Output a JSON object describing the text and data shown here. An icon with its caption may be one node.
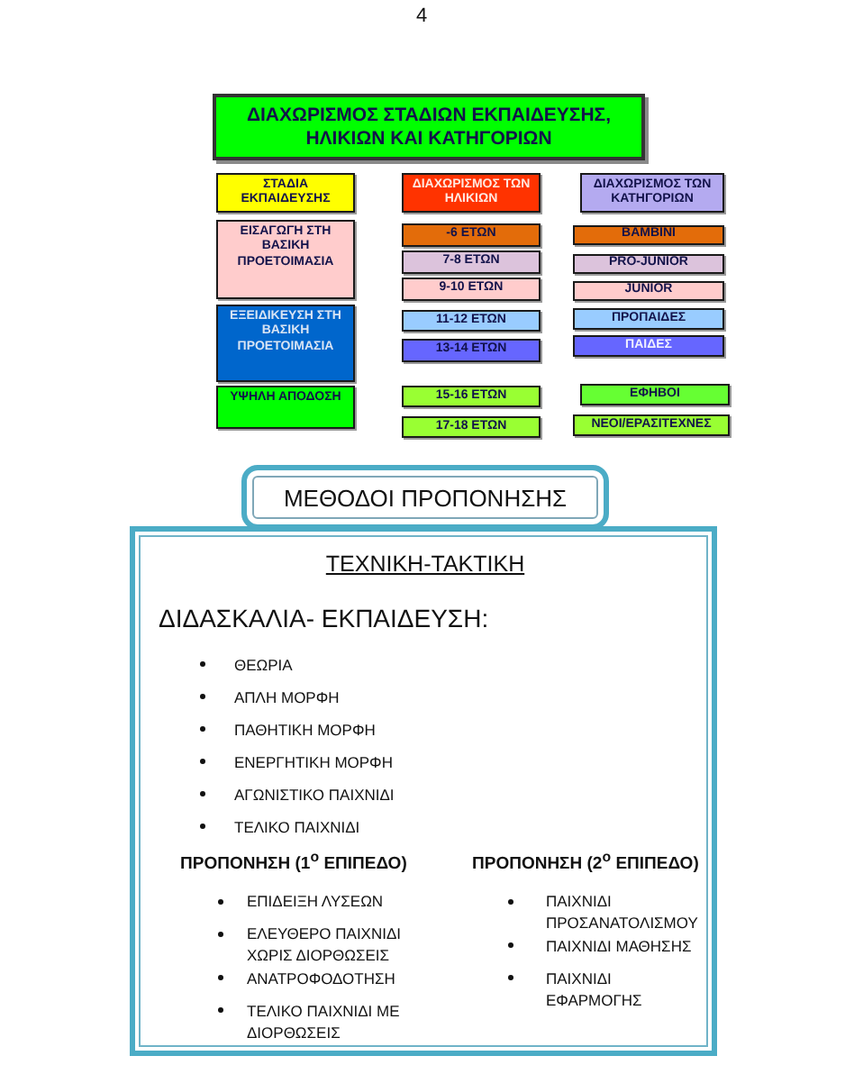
{
  "diagram": {
    "nodes": [
      {
        "text": [
          "ΔΙΑΧΩΡΙΣΜΟΣ ΣΤΑΔΙΩΝ ΕΚΠΑΙΔΕΥΣΗΣ, ΗΛΙΚΙΩΝ ΚΑΙ ΚΑΤΗΓΟΡΙΩΝ"
        ]
      },
      {
        "text": [
          "ΣΤΑΔΙΑ ΕΚΠΑΙΔΕΥΣΗΣ"
        ]
      },
      {
        "text": [
          "ΔΙΑΧΩΡΙΣΜΟΣ ΤΩΝ ΗΛΙΚΙΩΝ"
        ]
      },
      {
        "text": [
          "ΔΙΑΧΩΡΙΣΜΟΣ ΤΩΝ ΚΑΤΗΓΟΡΙΩΝ"
        ]
      },
      {
        "text": [
          "ΕΙΣΑΓΩΓΗ ΣΤΗ ΒΑΣΙΚΗ ΠΡΟΕΤΟΙΜΑΣΙΑ"
        ]
      },
      {
        "text": [
          "-6 ΕΤΩΝ"
        ]
      },
      {
        "text": [
          "BAMBINI"
        ]
      },
      {
        "text": [
          "7-8 ΕΤΩΝ"
        ]
      },
      {
        "text": [
          "PRO-JUNIOR"
        ]
      },
      {
        "text": [
          "9-10 ΕΤΩΝ"
        ]
      },
      {
        "text": [
          "JUNIOR"
        ]
      },
      {
        "text": [
          "ΕΞΕΙΔΙΚΕΥΣΗ ΣΤΗ ΒΑΣΙΚΗ ΠΡΟΕΤΟΙΜΑΣΙΑ"
        ]
      },
      {
        "text": [
          "11-12 ΕΤΩΝ"
        ]
      },
      {
        "text": [
          "ΠΡΟΠΑΙΔΕΣ"
        ]
      },
      {
        "text": [
          "13-14 ΕΤΩΝ"
        ]
      },
      {
        "text": [
          "ΠΑΙΔΕΣ"
        ]
      },
      {
        "text": [
          "ΥΨΗΛΗ ΑΠΟΔΟΣΗ"
        ]
      },
      {
        "text": [
          "15-16 ΕΤΩΝ"
        ]
      },
      {
        "text": [
          "ΕΦΗΒΟΙ"
        ]
      },
      {
        "text": [
          "17-18 ΕΤΩΝ"
        ]
      },
      {
        "text": [
          "ΝΕΟΙ/ΕΡΑΣΙΤΕΧΝΕΣ"
        ]
      },
      {
        "text": [
          "ΜΕΘΟΔΟΙ ΠΡΟΠΟΝΗΣΗΣ"
        ]
      },
      {
        "text": [
          "ΤΕΧΝΙΚΗ-ΤΑΚΤΙΚΗ",
          "ΔΙΔΑΣΚΑΛΙΑ- ΕΚΠΑΙΔΕΥΣΗ:",
          "ΘΕΩΡΙΑ",
          "ΑΠΛΗ ΜΟΡΦΗ",
          "ΠΑΘΗΤΙΚΗ ΜΟΡΦΗ",
          "ΕΝΕΡΓΗΤΙΚΗ ΜΟΡΦΗ",
          "ΑΓΩΝΙΣΤΙΚΟ ΠΑΙΧΝΙΔΙ",
          "ΤΕΛΙΚΟ ΠΑΙΧΝΙΔΙ",
          "ΠΡΟΠΟΝΗΣΗ (1$^{ο}$ ΕΠΙΠΕΔΟ)",
          "ΕΠΙΔΕΙΞΗ ΛΥΣΕΩΝ",
          "ΕΛΕΥΘΕΡΟ ΠΑΙΧΝΙΔΙ ΧΩΡΙΣ ΔΙΟΡΘΩΣΕΙΣ",
          "ΑΝΑΤΡΟΦΟΔΟΤΗΣΗ",
          "ΤΕΛΙΚΟ ΠΑΙΧΝΙΔΙ ΜΕ ΔΙΟΡΘΩΣΕΙΣ",
          "ΠΡΟΠΟΝΗΣΗ (2$^{ο}$ ΕΠΙΠΕΔΟ)",
          "ΠΑΙΧΝΙΔΙ ΠΡΟΣΑΝΑΤΟΛΙΣΜΟΥ",
          "ΠΑΙΧΝΙΔΙ ΜΑΘΗΣΗΣ",
          "ΠΑΙΧΝΙΔΙ ΕΦΑΡΜΟΓΗΣ"
        ]
      }
    ],
    "labels": [
      "4"
    ]
  }
}
